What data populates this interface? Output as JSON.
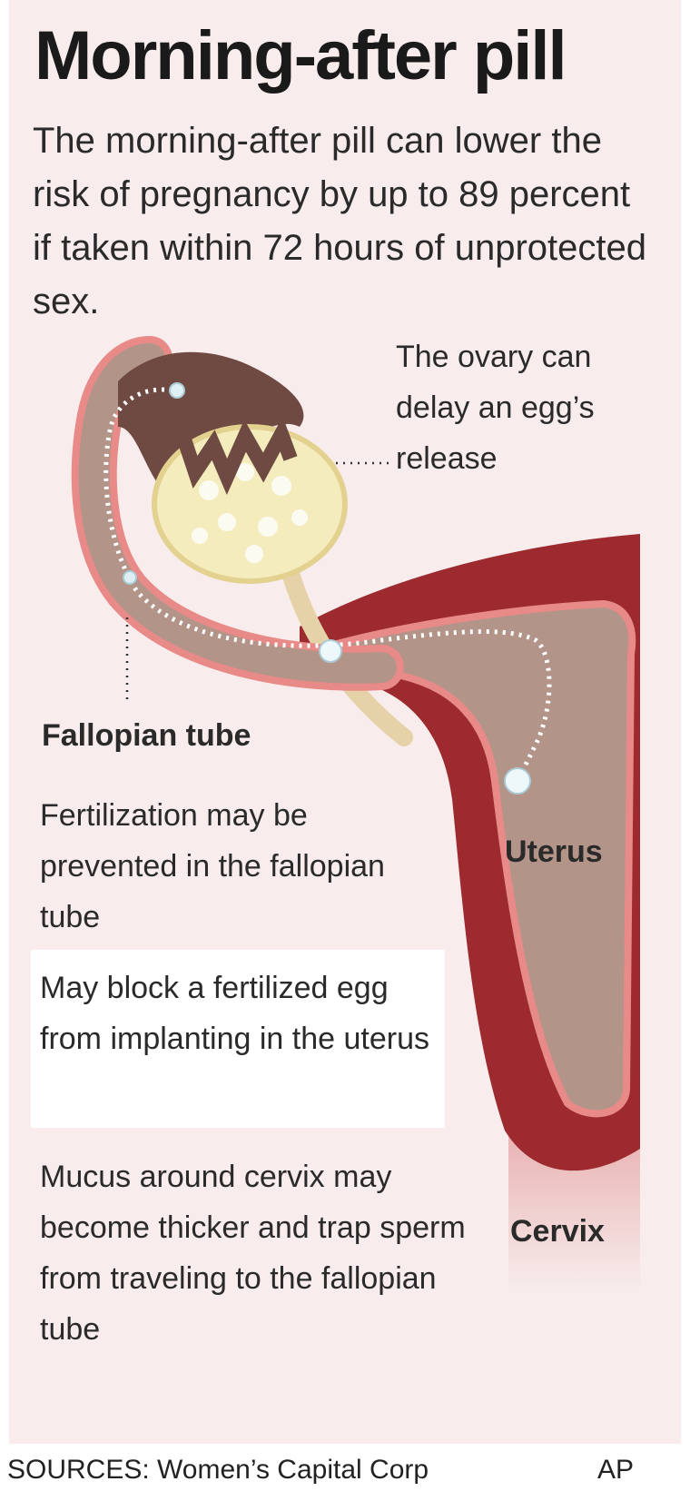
{
  "title": "Morning-after pill",
  "intro": "The morning-after pill can lower the risk of pregnancy by up to 89 percent if taken within 72 hours of unprotected sex.",
  "labels": {
    "ovary_note": "The ovary can delay an egg’s release",
    "fallopian_tube": "Fallopian tube",
    "fertilization_note": "Fertilization may be prevented in the fallopian tube",
    "uterus": "Uterus",
    "implant_note": "May block a fertilized egg from implanting in the uterus",
    "mucus_note": "Mucus around cervix may become thicker and trap sperm from traveling to the fallopian tube",
    "cervix": "Cervix"
  },
  "footer": {
    "sources": "SOURCES: Women’s Capital Corp",
    "credit": "AP"
  },
  "colors": {
    "background": "#f8ecec",
    "uterus_wall": "#9c2a2e",
    "tissue": "#b39489",
    "ovary_tissue": "#6e4a42",
    "ovary_egg_sac": "#f4ecbc",
    "tube_lining": "#e88a88"
  }
}
